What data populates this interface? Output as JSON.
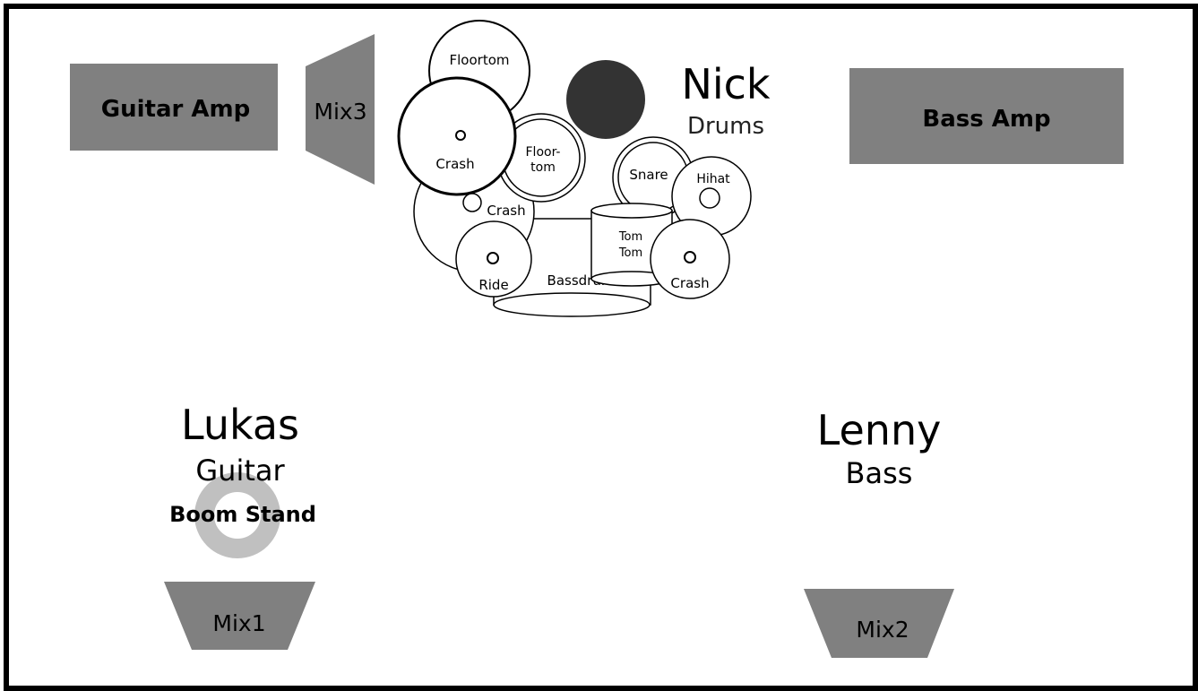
{
  "colors": {
    "background": "#ffffff",
    "border": "#000000",
    "amp_fill": "#808080",
    "monitor_fill": "#7f7f7f",
    "boom_ring": "#c0c0c0",
    "dark_circle": "#333333",
    "text": "#000000"
  },
  "amps": {
    "guitar": "Guitar Amp",
    "bass": "Bass Amp"
  },
  "monitors": {
    "mix1": "Mix1",
    "mix2": "Mix2",
    "mix3": "Mix3"
  },
  "players": {
    "drums": {
      "name": "Nick",
      "instrument": "Drums"
    },
    "guitar": {
      "name": "Lukas",
      "instrument": "Guitar"
    },
    "bass": {
      "name": "Lenny",
      "instrument": "Bass"
    }
  },
  "boom_stand": "Boom Stand",
  "drumkit": {
    "floortom_top": "Floortom",
    "crash_left": "Crash",
    "floortom_mid_line1": "Floor-",
    "floortom_mid_line2": "tom",
    "crash_lower": "Crash",
    "snare": "Snare",
    "hihat": "Hihat",
    "tomtom_line1": "Tom",
    "tomtom_line2": "Tom",
    "ride": "Ride",
    "bassdrum": "Bassdrum",
    "crash_right": "Crash"
  }
}
